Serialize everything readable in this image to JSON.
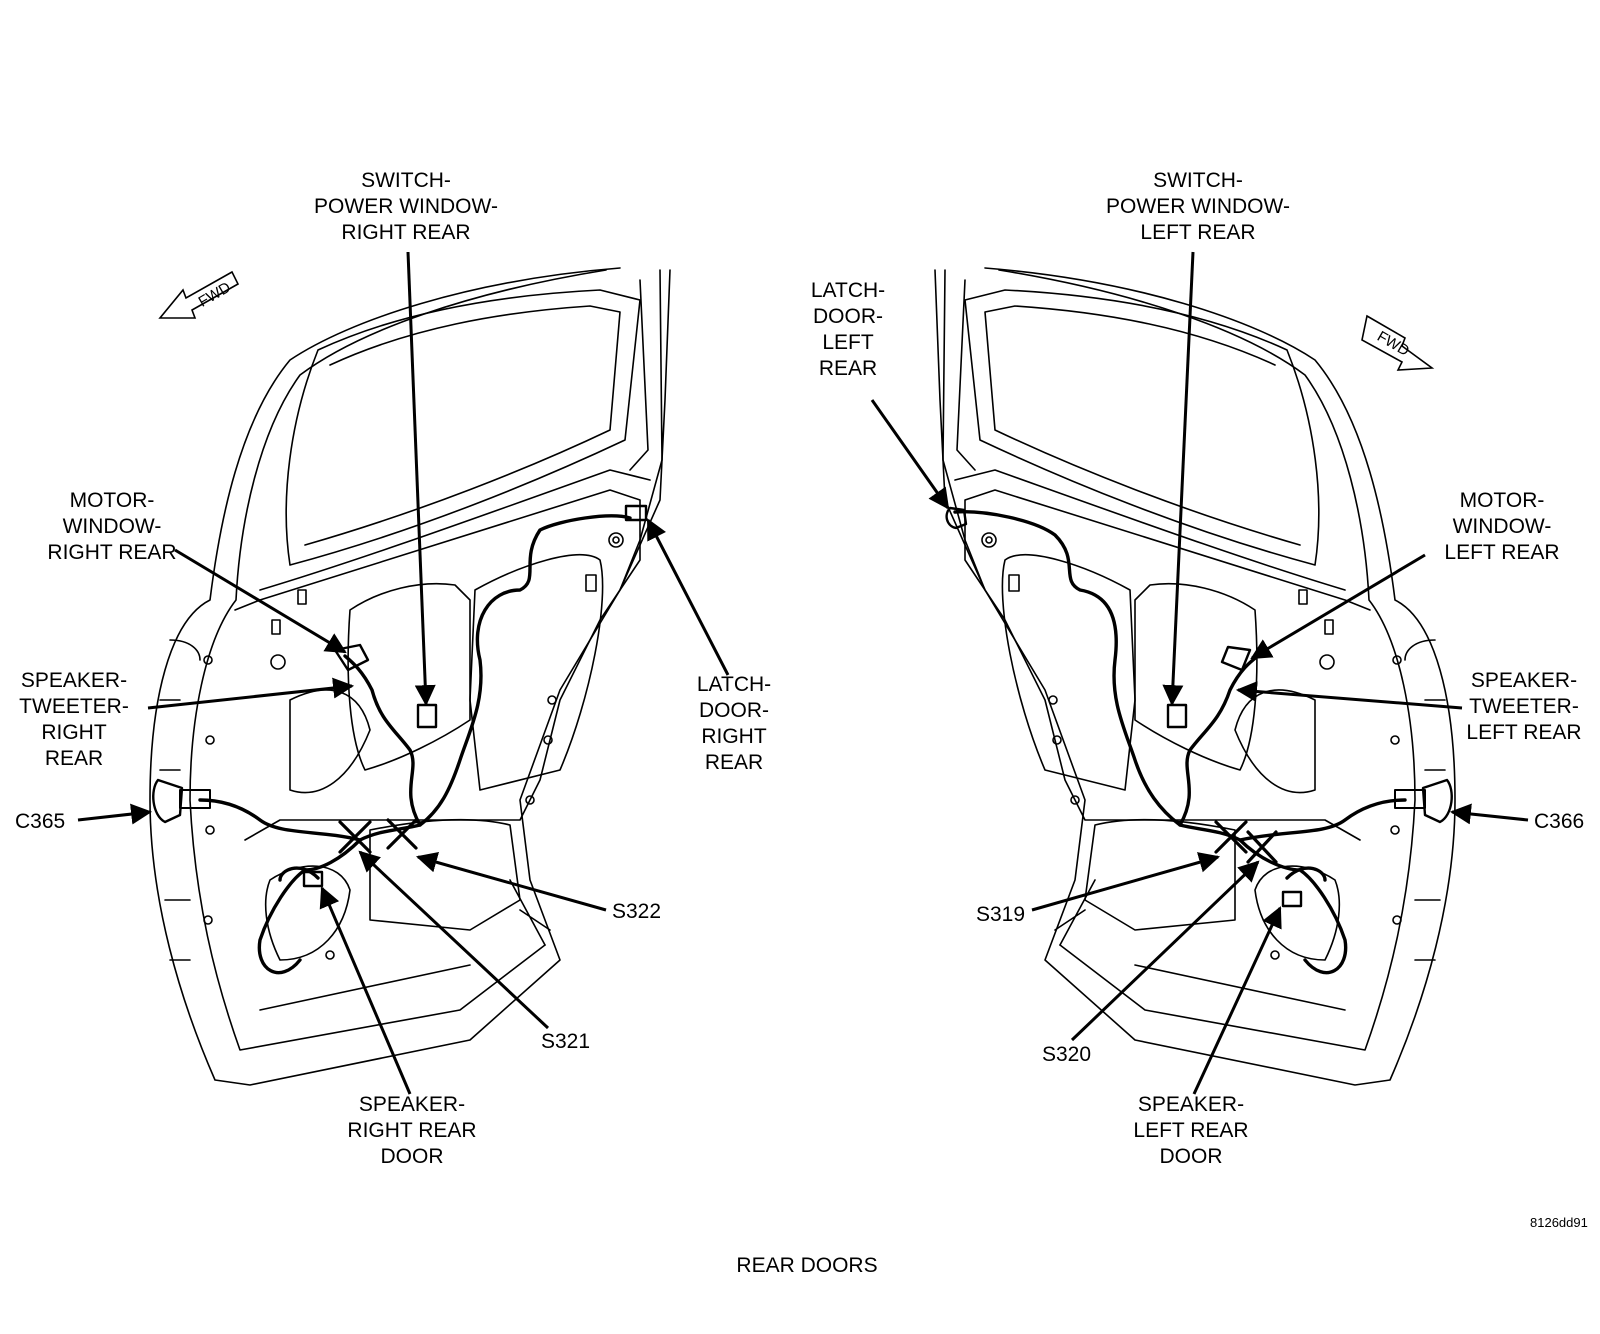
{
  "title": "REAR DOORS",
  "figure_id": "8126dd91",
  "fwd_label": "FWD",
  "right_door": {
    "switch_label": [
      "SWITCH-",
      "POWER WINDOW-",
      "RIGHT REAR"
    ],
    "motor_label": [
      "MOTOR-",
      "WINDOW-",
      "RIGHT REAR"
    ],
    "tweeter_label": [
      "SPEAKER-",
      "TWEETER-",
      "RIGHT",
      "REAR"
    ],
    "connector_label": "C365",
    "latch_label": [
      "LATCH-",
      "DOOR-",
      "RIGHT",
      "REAR"
    ],
    "splice_a_label": "S322",
    "splice_b_label": "S321",
    "speaker_label": [
      "SPEAKER-",
      "RIGHT REAR",
      "DOOR"
    ]
  },
  "left_door": {
    "switch_label": [
      "SWITCH-",
      "POWER WINDOW-",
      "LEFT REAR"
    ],
    "latch_label": [
      "LATCH-",
      "DOOR-",
      "LEFT",
      "REAR"
    ],
    "motor_label": [
      "MOTOR-",
      "WINDOW-",
      "LEFT REAR"
    ],
    "tweeter_label": [
      "SPEAKER-",
      "TWEETER-",
      "LEFT REAR"
    ],
    "connector_label": "C366",
    "splice_a_label": "S319",
    "splice_b_label": "S320",
    "speaker_label": [
      "SPEAKER-",
      "LEFT REAR",
      "DOOR"
    ]
  }
}
